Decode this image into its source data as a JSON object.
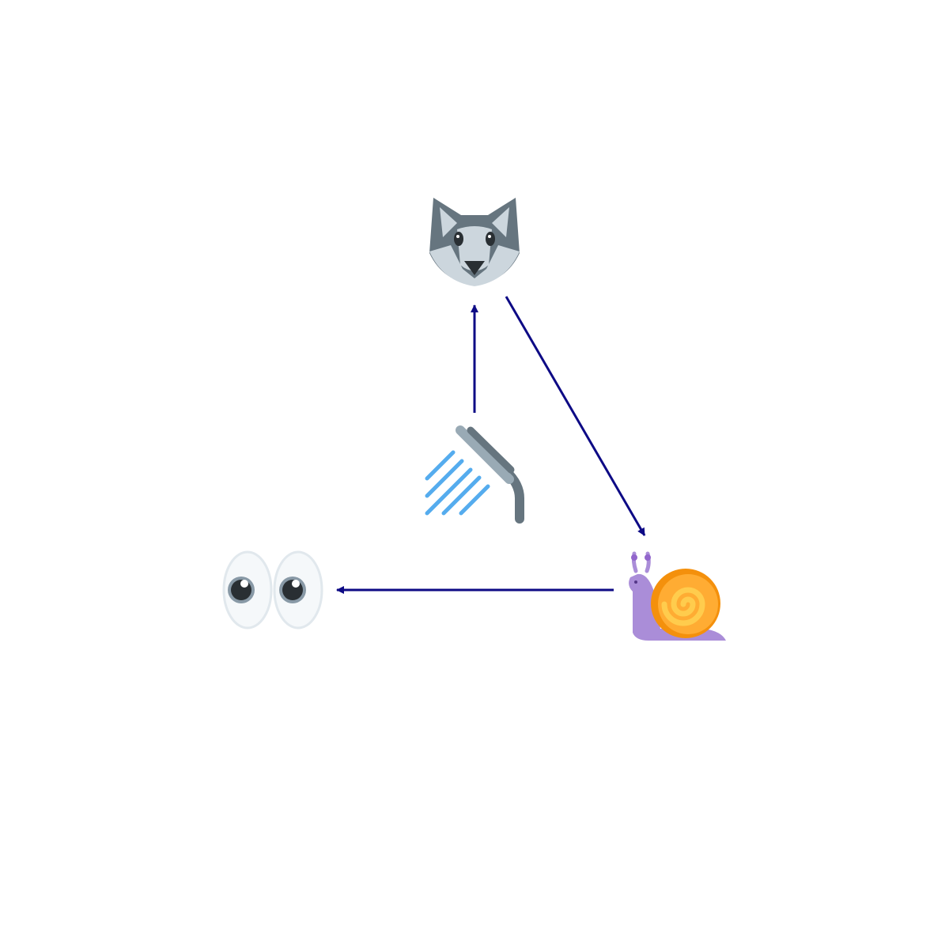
{
  "diagram": {
    "edge_color": "#0d0a85",
    "nodes": [
      {
        "id": "wolf",
        "icon": "wolf-face-icon",
        "label": ""
      },
      {
        "id": "shower",
        "icon": "shower-icon",
        "label": ""
      },
      {
        "id": "snail",
        "icon": "snail-icon",
        "label": ""
      },
      {
        "id": "eyes",
        "icon": "eyes-icon",
        "label": ""
      }
    ],
    "edges": [
      {
        "from": "shower",
        "to": "wolf"
      },
      {
        "from": "wolf",
        "to": "snail"
      },
      {
        "from": "snail",
        "to": "eyes"
      }
    ]
  }
}
